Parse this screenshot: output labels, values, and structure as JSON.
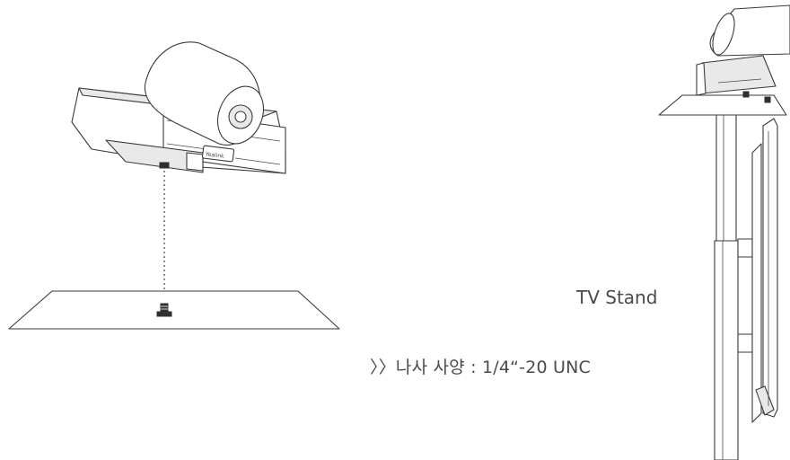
{
  "screw_spec_label": "〉〉나사 사양 : 1/4“-20 UNC",
  "tv_stand_label": "TV Stand",
  "device_logo_text": "Yealink"
}
